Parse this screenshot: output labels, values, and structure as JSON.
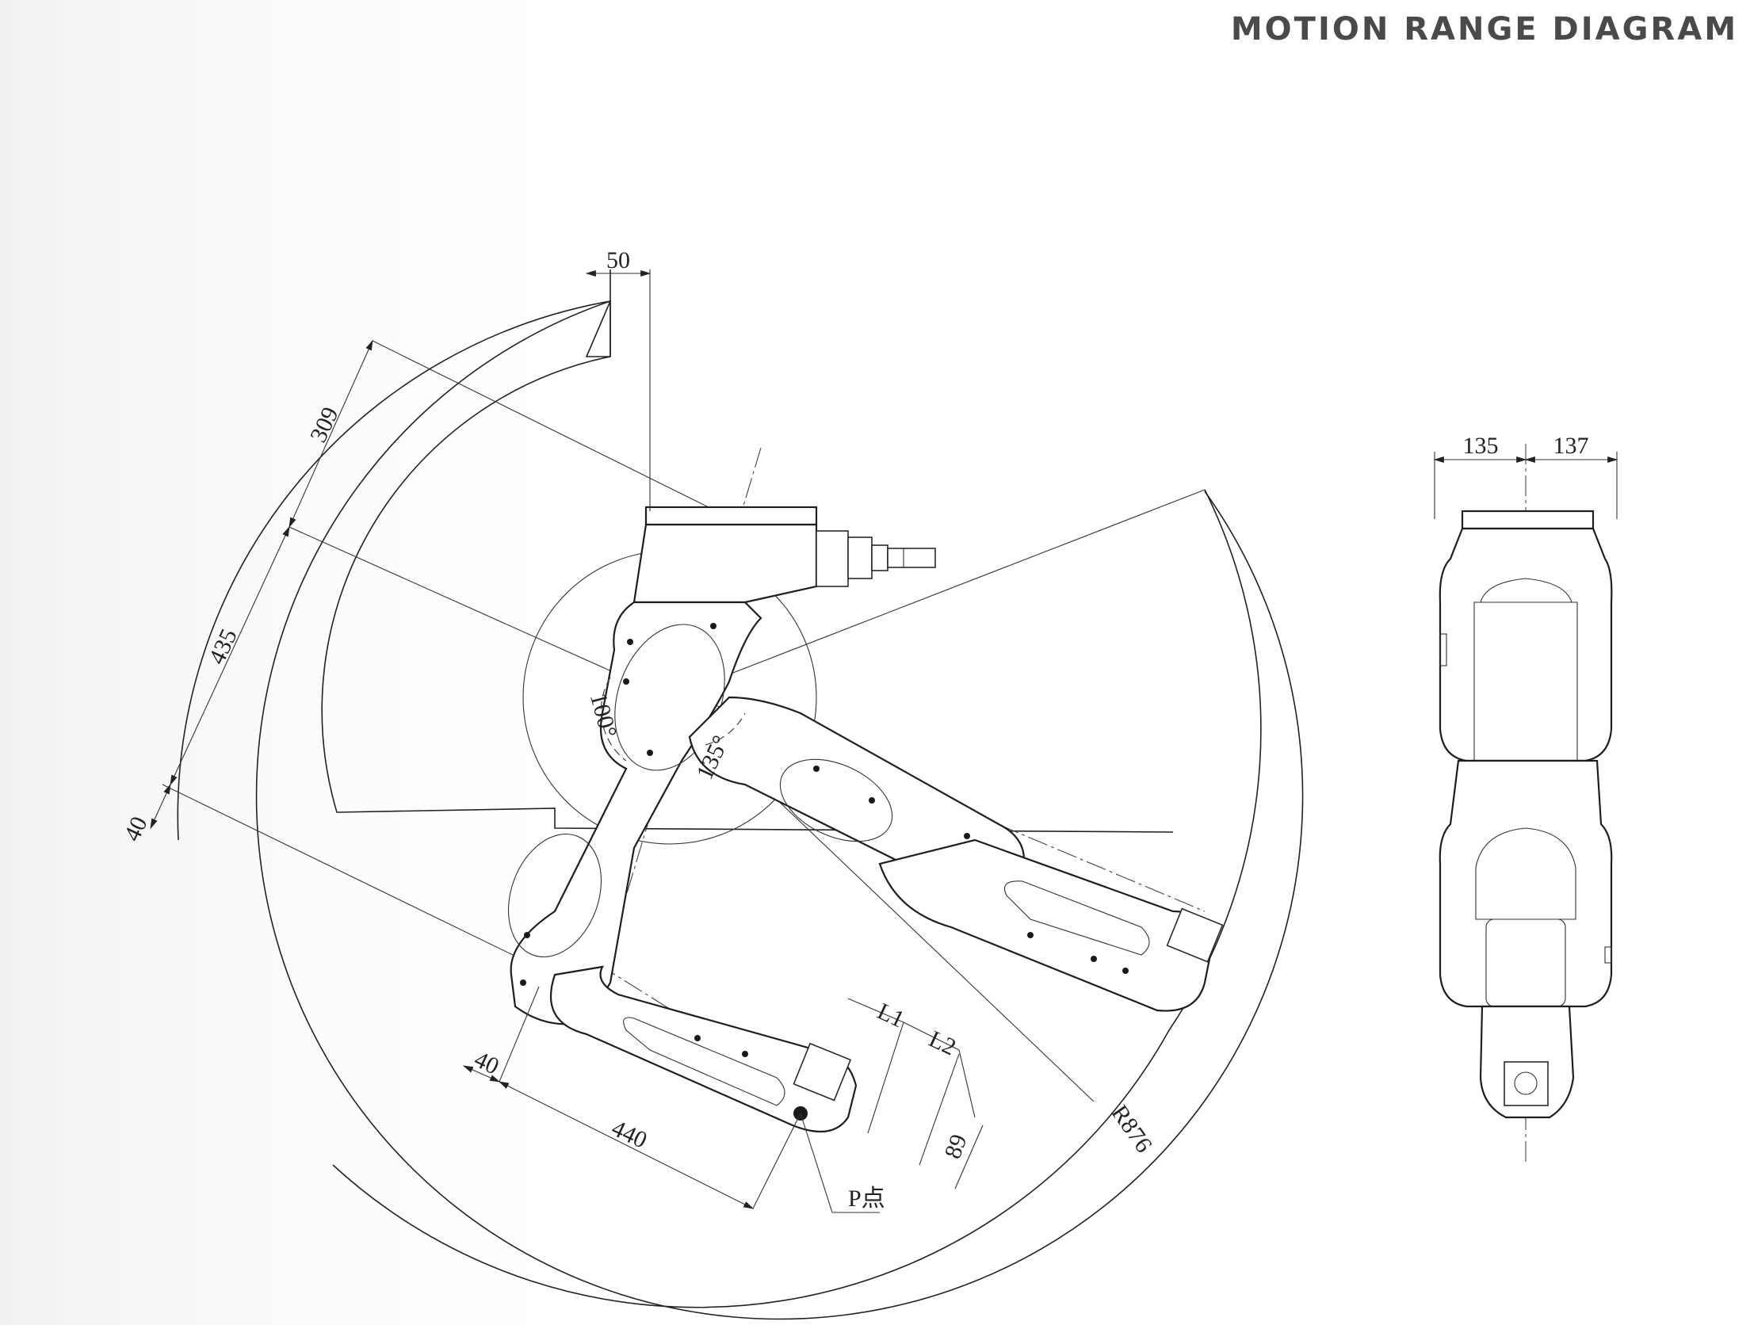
{
  "title": "MOTION RANGE DIAGRAM",
  "side_view": {
    "dimensions": {
      "offset_top": "50",
      "upper_span": "309",
      "arm_length": "435",
      "lower_offset": "40",
      "bottom_offset": "40",
      "forearm_length": "440",
      "tool_offset": "89",
      "length_1": "L1",
      "length_2": "L2",
      "reach_radius": "R876",
      "angle_upper": "100°",
      "angle_lower": "135°"
    },
    "point_label": "P点"
  },
  "front_view": {
    "dimensions": {
      "width_left": "135",
      "width_right": "137"
    }
  }
}
